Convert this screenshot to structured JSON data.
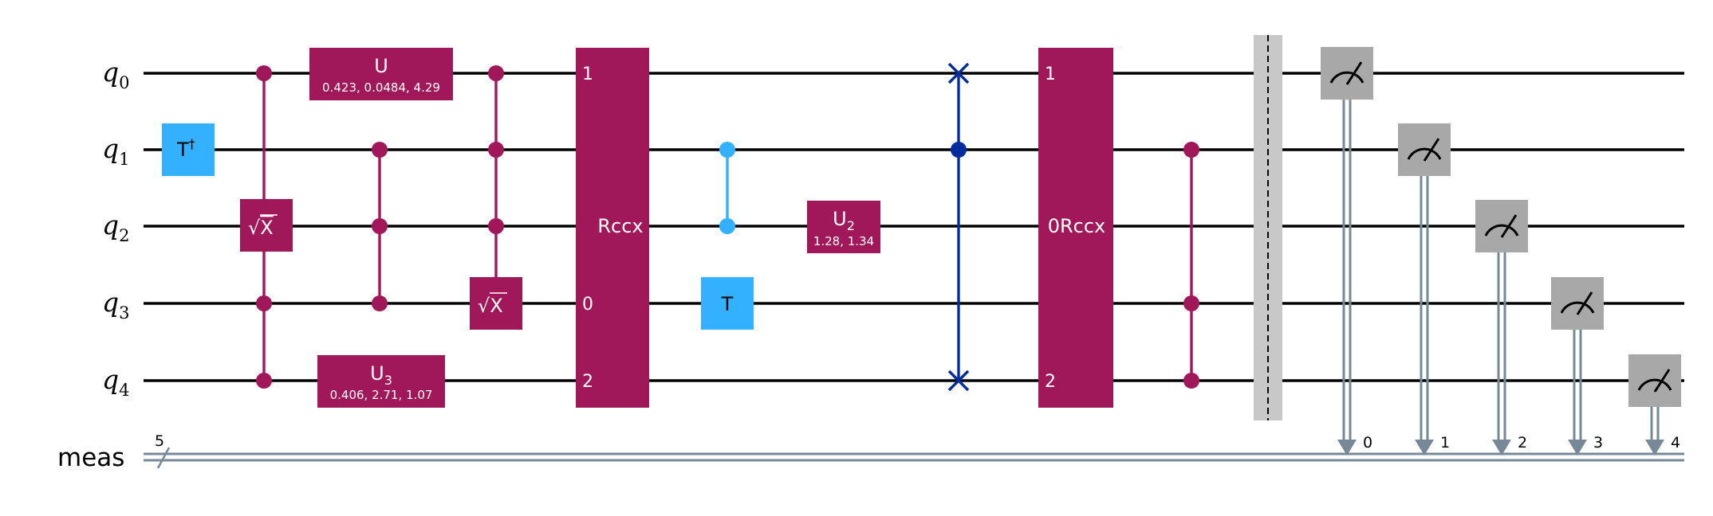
{
  "colors": {
    "multi_gate": "#A0185A",
    "single_gate": "#33B1FF",
    "swap": "#002D9C",
    "measure": "#A8A8A8",
    "classical": "#778899",
    "barrier": "#C8C8C8",
    "wire": "#000000"
  },
  "qubits": [
    {
      "name": "q",
      "index": "0"
    },
    {
      "name": "q",
      "index": "1"
    },
    {
      "name": "q",
      "index": "2"
    },
    {
      "name": "q",
      "index": "3"
    },
    {
      "name": "q",
      "index": "4"
    }
  ],
  "classical_register": {
    "name": "meas",
    "size": "5",
    "bits": [
      "0",
      "1",
      "2",
      "3",
      "4"
    ]
  },
  "gates": {
    "tdg": {
      "label": "T",
      "sup": "†"
    },
    "csx": {
      "label": "X",
      "radical": "√"
    },
    "cu": {
      "label": "U",
      "params": "0.423, 0.0484, 4.29"
    },
    "u3": {
      "label": "U",
      "sub": "3",
      "params": "0.406, 2.71, 1.07"
    },
    "ccsx": {
      "label": "X",
      "radical": "√"
    },
    "rccx": {
      "label": "Rccx",
      "pins": [
        "1",
        "0",
        "2"
      ]
    },
    "t": {
      "label": "T"
    },
    "u2": {
      "label": "U",
      "sub": "2",
      "params": "1.28, 1.34"
    },
    "rccx2": {
      "label": "0Rccx",
      "pins": [
        "1",
        "2"
      ]
    }
  }
}
